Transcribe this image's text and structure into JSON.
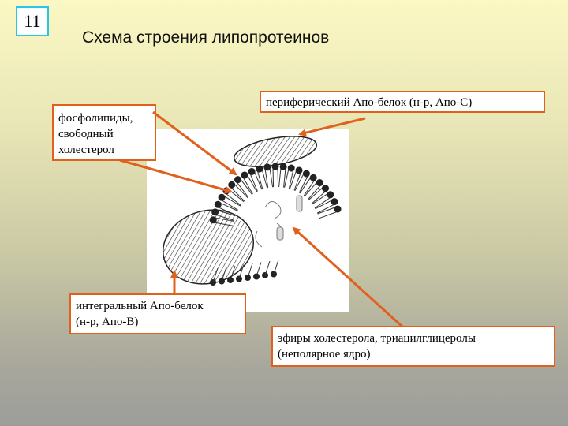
{
  "slide": {
    "number": "11"
  },
  "title": "Схема строения липопротеинов",
  "labels": {
    "phospholipids": [
      "фосфолипиды,",
      "свободный",
      "холестерол"
    ],
    "peripheral": "периферический Апо-белок (н-р, Апо-С)",
    "integral": [
      "интегральный Апо-белок",
      "(н-р, Апо-В)"
    ],
    "esters": [
      "эфиры холестерола, триацилглицеролы",
      "(неполярное ядро)"
    ]
  },
  "colors": {
    "arrow": "#e0601c",
    "label_border": "#e0601c",
    "slide_number_border": "#26c6e6"
  }
}
